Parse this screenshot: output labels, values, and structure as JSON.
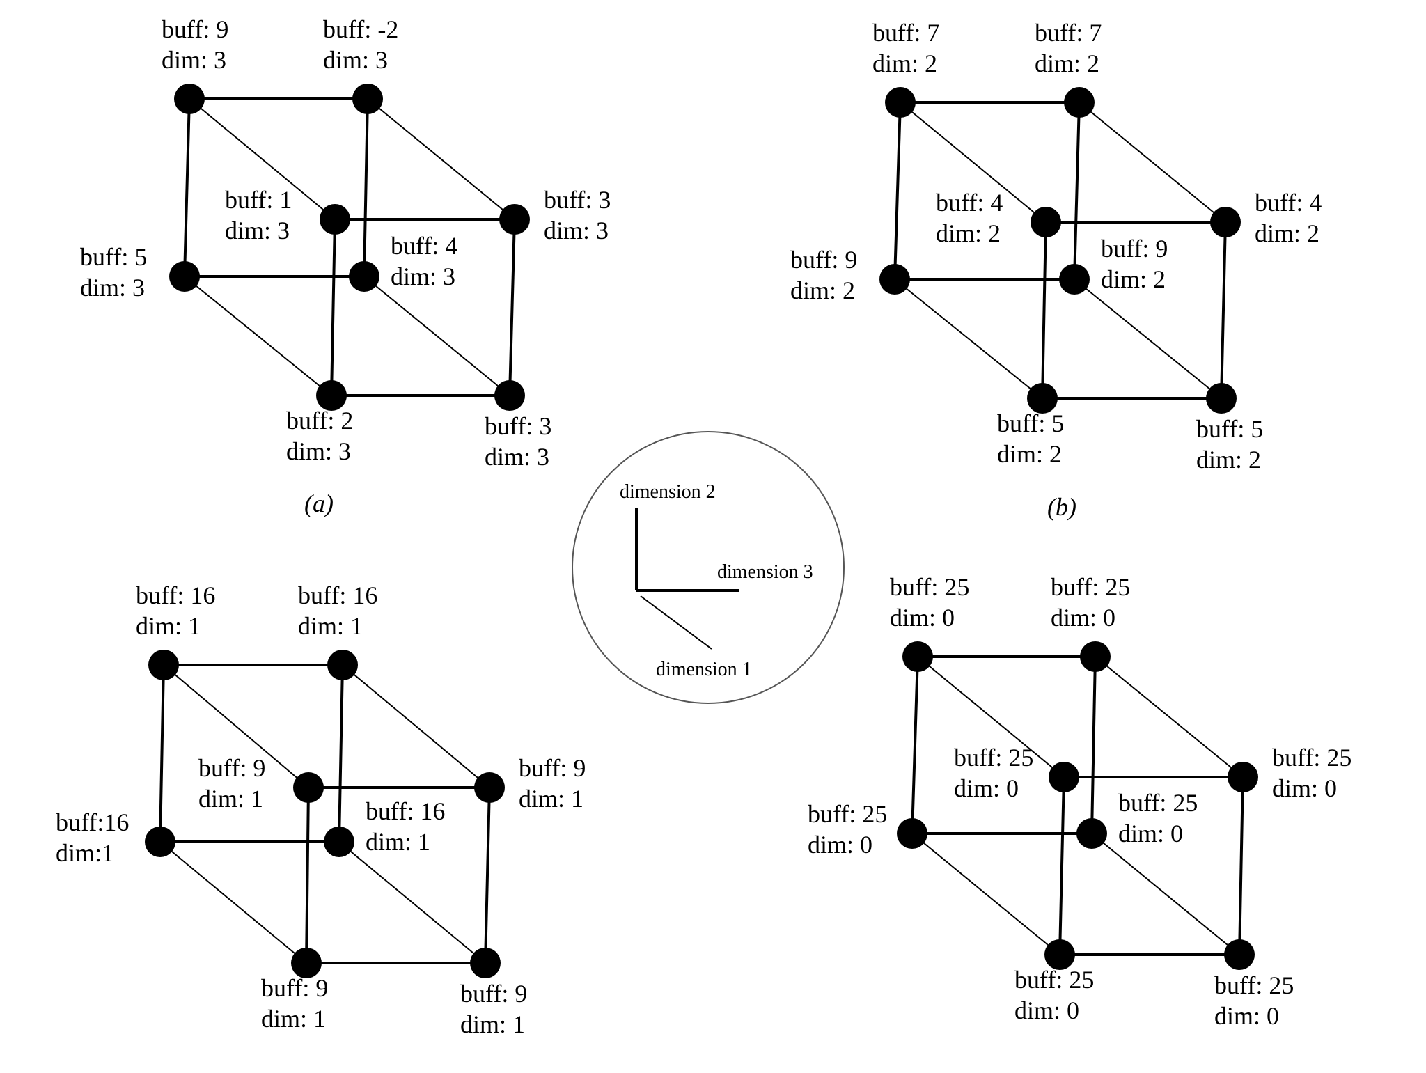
{
  "colors": {
    "line": "#000000",
    "node": "#000000",
    "background": "#ffffff",
    "legend_circle": "#555555"
  },
  "cubes": [
    {
      "id": "a",
      "caption": "(a)",
      "nodes": {
        "back_top_left": {
          "buff": "buff: 9",
          "dim": "dim: 3"
        },
        "back_top_right": {
          "buff": "buff: -2",
          "dim": "dim: 3"
        },
        "back_bottom_left": {
          "buff": "buff: 5",
          "dim": "dim: 3"
        },
        "back_bottom_right": {
          "buff": "buff: 4",
          "dim": "dim: 3"
        },
        "front_top_left": {
          "buff": "buff: 1",
          "dim": "dim: 3"
        },
        "front_top_right": {
          "buff": "buff: 3",
          "dim": "dim: 3"
        },
        "front_bottom_left": {
          "buff": "buff: 2",
          "dim": "dim: 3"
        },
        "front_bottom_right": {
          "buff": "buff: 3",
          "dim": "dim: 3"
        }
      }
    },
    {
      "id": "b",
      "caption": "(b)",
      "nodes": {
        "back_top_left": {
          "buff": "buff: 7",
          "dim": "dim: 2"
        },
        "back_top_right": {
          "buff": "buff: 7",
          "dim": "dim: 2"
        },
        "back_bottom_left": {
          "buff": "buff: 9",
          "dim": "dim: 2"
        },
        "back_bottom_right": {
          "buff": "buff: 9",
          "dim": "dim: 2"
        },
        "front_top_left": {
          "buff": "buff: 4",
          "dim": "dim: 2"
        },
        "front_top_right": {
          "buff": "buff: 4",
          "dim": "dim: 2"
        },
        "front_bottom_left": {
          "buff": "buff: 5",
          "dim": "dim: 2"
        },
        "front_bottom_right": {
          "buff": "buff: 5",
          "dim": "dim: 2"
        }
      }
    },
    {
      "id": "c",
      "caption": "",
      "nodes": {
        "back_top_left": {
          "buff": "buff: 16",
          "dim": "dim: 1"
        },
        "back_top_right": {
          "buff": "buff: 16",
          "dim": "dim: 1"
        },
        "back_bottom_left": {
          "buff": "buff:16",
          "dim": "dim:1"
        },
        "back_bottom_right": {
          "buff": "buff: 16",
          "dim": "dim: 1"
        },
        "front_top_left": {
          "buff": "buff: 9",
          "dim": "dim: 1"
        },
        "front_top_right": {
          "buff": "buff: 9",
          "dim": "dim: 1"
        },
        "front_bottom_left": {
          "buff": "buff: 9",
          "dim": "dim: 1"
        },
        "front_bottom_right": {
          "buff": "buff: 9",
          "dim": "dim: 1"
        }
      }
    },
    {
      "id": "d",
      "caption": "",
      "nodes": {
        "back_top_left": {
          "buff": "buff: 25",
          "dim": "dim: 0"
        },
        "back_top_right": {
          "buff": "buff: 25",
          "dim": "dim: 0"
        },
        "back_bottom_left": {
          "buff": "buff: 25",
          "dim": "dim: 0"
        },
        "back_bottom_right": {
          "buff": "buff: 25",
          "dim": "dim: 0"
        },
        "front_top_left": {
          "buff": "buff: 25",
          "dim": "dim: 0"
        },
        "front_top_right": {
          "buff": "buff: 25",
          "dim": "dim: 0"
        },
        "front_bottom_left": {
          "buff": "buff: 25",
          "dim": "dim: 0"
        },
        "front_bottom_right": {
          "buff": "buff: 25",
          "dim": "dim: 0"
        }
      }
    }
  ],
  "legend": {
    "dimension_1": "dimension 1",
    "dimension_2": "dimension 2",
    "dimension_3": "dimension 3"
  }
}
